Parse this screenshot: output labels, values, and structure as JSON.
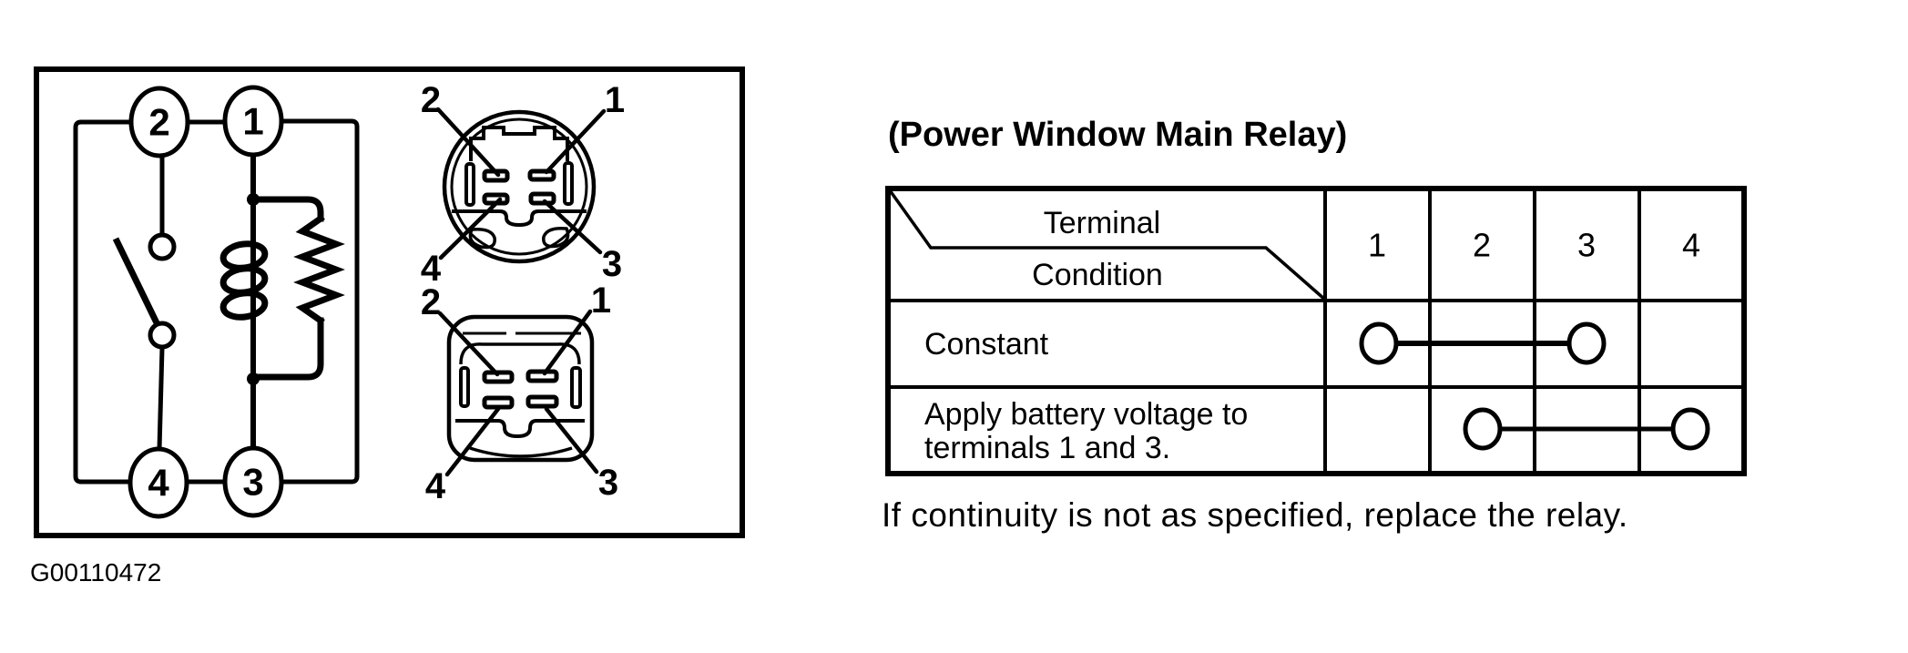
{
  "figure_code": "G00110472",
  "schematic": {
    "terminals": [
      {
        "label": "2"
      },
      {
        "label": "1"
      },
      {
        "label": "4"
      },
      {
        "label": "3"
      }
    ]
  },
  "connectors": {
    "round": {
      "labels": [
        "2",
        "1",
        "4",
        "3"
      ]
    },
    "square": {
      "labels": [
        "2",
        "1",
        "4",
        "3"
      ]
    }
  },
  "relay": {
    "title": "(Power Window Main Relay)",
    "table": {
      "corner_top": "Terminal",
      "corner_bottom": "Condition",
      "columns": [
        "1",
        "2",
        "3",
        "4"
      ],
      "rows": [
        {
          "condition_lines": [
            "Constant"
          ],
          "continuity_between": [
            "1",
            "3"
          ]
        },
        {
          "condition_lines": [
            "Apply battery voltage to",
            "terminals 1 and 3."
          ],
          "continuity_between": [
            "2",
            "4"
          ]
        }
      ]
    },
    "note": "If continuity is not as specified, replace the relay."
  }
}
